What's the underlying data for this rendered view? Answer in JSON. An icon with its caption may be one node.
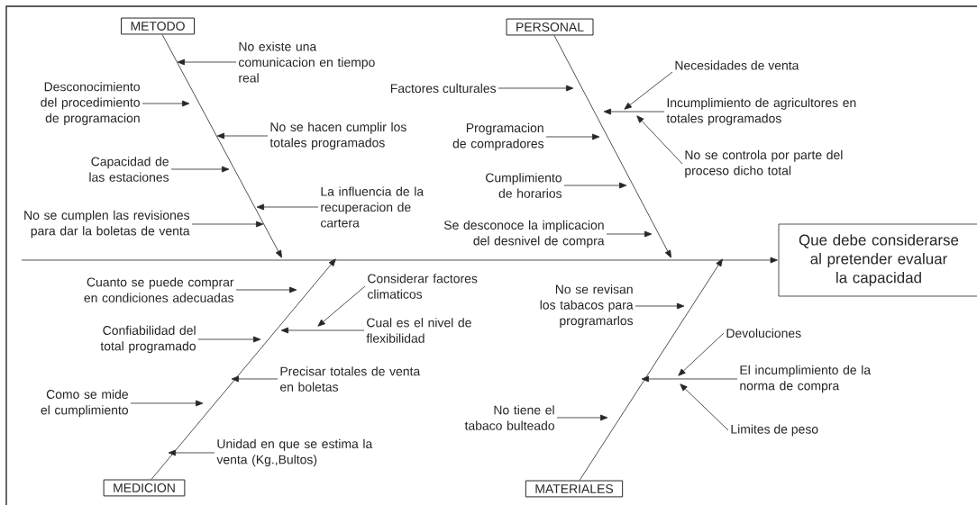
{
  "diagram": {
    "nodes": [
      {
        "text": [
          "METODO"
        ]
      },
      {
        "text": [
          "PERSONAL"
        ]
      },
      {
        "text": [
          "MEDICION"
        ]
      },
      {
        "text": [
          "MATERIALES"
        ]
      },
      {
        "text": [
          "Que debe considerarse al pretender evaluar la capacidad"
        ]
      },
      {
        "text": [
          "No existe una comunicacion en tiempo real"
        ]
      },
      {
        "text": [
          "Desconocimiento del procedimiento de programacion"
        ]
      },
      {
        "text": [
          "No se hacen cumplir los totales programados"
        ]
      },
      {
        "text": [
          "Capacidad de las estaciones"
        ]
      },
      {
        "text": [
          "La influencia de la recuperacion de cartera"
        ]
      },
      {
        "text": [
          "No se cumplen las revisiones para dar la boletas de venta"
        ]
      },
      {
        "text": [
          "Factores culturales"
        ]
      },
      {
        "text": [
          "Programacion de compradores"
        ]
      },
      {
        "text": [
          "Cumplimiento de horarios"
        ]
      },
      {
        "text": [
          "Se desconoce la implicacion del desnivel de compra"
        ]
      },
      {
        "text": [
          "Necesidades de venta"
        ]
      },
      {
        "text": [
          "Incumplimiento de agricultores en totales programados"
        ]
      },
      {
        "text": [
          "No se controla por parte del proceso dicho total"
        ]
      },
      {
        "text": [
          "Cuanto se puede comprar en condiciones adecuadas"
        ]
      },
      {
        "text": [
          "Considerar factores climaticos"
        ]
      },
      {
        "text": [
          "Cual es el nivel de flexibilidad"
        ]
      },
      {
        "text": [
          "Confiabilidad del total programado"
        ]
      },
      {
        "text": [
          "Precisar totales de venta en boletas"
        ]
      },
      {
        "text": [
          "Como se mide el cumplimiento"
        ]
      },
      {
        "text": [
          "Unidad en que se estima la venta (Kg.,Bultos)"
        ]
      },
      {
        "text": [
          "No se revisan los tabacos para programarlos"
        ]
      },
      {
        "text": [
          "Devoluciones"
        ]
      },
      {
        "text": [
          "El incumplimiento de la norma de compra"
        ]
      },
      {
        "text": [
          "No tiene el tabaco bulteado"
        ]
      },
      {
        "text": [
          "Limites de peso"
        ]
      }
    ],
    "edges": [
      {
        "from": null,
        "to": 4,
        "arrow": "to"
      },
      {
        "from": 0,
        "to": null,
        "arrow": "to"
      },
      {
        "from": 1,
        "to": null,
        "arrow": "to"
      },
      {
        "from": 2,
        "to": null,
        "arrow": "to"
      },
      {
        "from": 3,
        "to": null,
        "arrow": "to"
      },
      {
        "from": 5,
        "to": null,
        "arrow": "to"
      },
      {
        "from": 6,
        "to": null,
        "arrow": "to"
      },
      {
        "from": 7,
        "to": null,
        "arrow": "to"
      },
      {
        "from": 8,
        "to": null,
        "arrow": "to"
      },
      {
        "from": 9,
        "to": null,
        "arrow": "to"
      },
      {
        "from": 10,
        "to": null,
        "arrow": "to"
      },
      {
        "from": 11,
        "to": null,
        "arrow": "to"
      },
      {
        "from": 12,
        "to": null,
        "arrow": "to"
      },
      {
        "from": 13,
        "to": null,
        "arrow": "to"
      },
      {
        "from": 14,
        "to": null,
        "arrow": "to"
      },
      {
        "from": 15,
        "to": null,
        "arrow": "to"
      },
      {
        "from": 16,
        "to": null,
        "arrow": "to"
      },
      {
        "from": 17,
        "to": null,
        "arrow": "to"
      },
      {
        "from": 18,
        "to": null,
        "arrow": "to"
      },
      {
        "from": 19,
        "to": null,
        "arrow": "to"
      },
      {
        "from": 20,
        "to": null,
        "arrow": "to"
      },
      {
        "from": 21,
        "to": null,
        "arrow": "to"
      },
      {
        "from": 22,
        "to": null,
        "arrow": "to"
      },
      {
        "from": 23,
        "to": null,
        "arrow": "to"
      },
      {
        "from": 24,
        "to": null,
        "arrow": "to"
      },
      {
        "from": 25,
        "to": null,
        "arrow": "to"
      },
      {
        "from": 26,
        "to": null,
        "arrow": "to"
      },
      {
        "from": 27,
        "to": null,
        "arrow": "to"
      },
      {
        "from": 28,
        "to": null,
        "arrow": "to"
      },
      {
        "from": 29,
        "to": null,
        "arrow": "to"
      }
    ]
  }
}
